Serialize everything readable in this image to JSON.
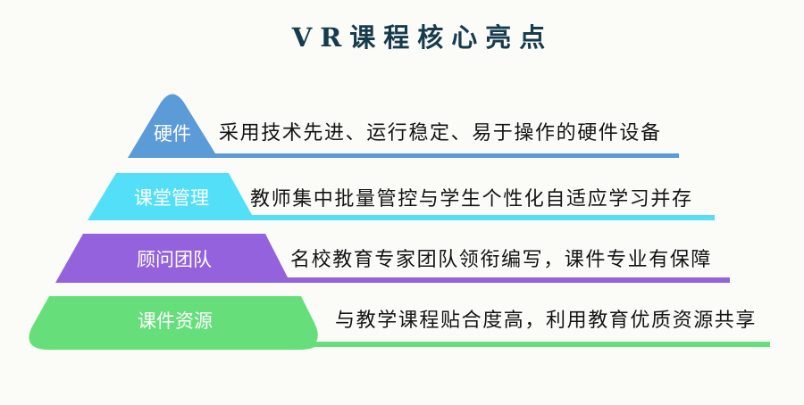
{
  "title": "VR课程核心亮点",
  "colors": {
    "background": "#fbfcf8",
    "title": "#173b4d",
    "text": "#141414",
    "label_text": "#ffffff"
  },
  "pyramid": {
    "levels": [
      {
        "label": "硬件",
        "description": "采用技术先进、运行稳定、易于操作的硬件设备",
        "color": "#5b9bd8"
      },
      {
        "label": "课堂管理",
        "description": "教师集中批量管控与学生个性化自适应学习并存",
        "color": "#53dff8"
      },
      {
        "label": "顾问团队",
        "description": "名校教育专家团队领衔编写，课件专业有保障",
        "color": "#9562dd"
      },
      {
        "label": "课件资源",
        "description": "与教学课程贴合度高，利用教育优质资源共享",
        "color": "#66df7b"
      }
    ]
  }
}
